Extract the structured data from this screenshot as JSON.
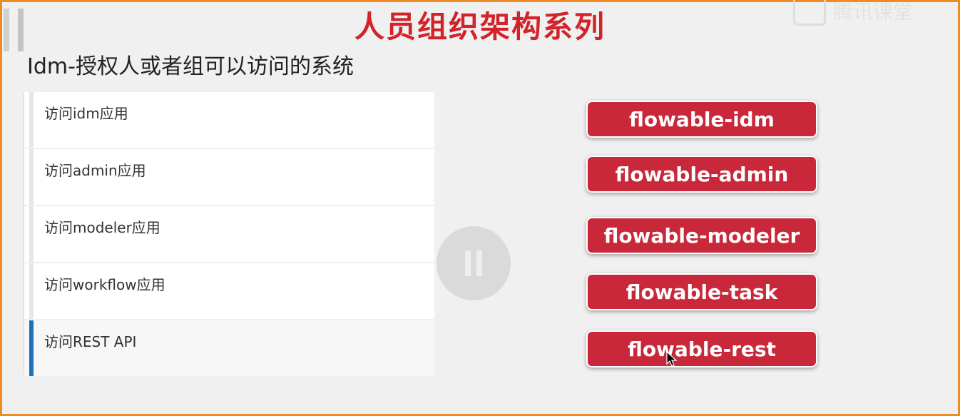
{
  "slide": {
    "title": "人员组织架构系列",
    "subtitle": "Idm-授权人或者组可以访问的系统",
    "watermark_text": "腾讯课堂"
  },
  "permissions": [
    {
      "label": "访问idm应用",
      "active": false
    },
    {
      "label": "访问admin应用",
      "active": false
    },
    {
      "label": "访问modeler应用",
      "active": false
    },
    {
      "label": "访问workflow应用",
      "active": false
    },
    {
      "label": "访问REST API",
      "active": true
    }
  ],
  "modules": [
    {
      "label": "flowable-idm"
    },
    {
      "label": "flowable-admin"
    },
    {
      "label": "flowable-modeler"
    },
    {
      "label": "flowable-task"
    },
    {
      "label": "flowable-rest"
    }
  ],
  "colors": {
    "title_red": "#d2232a",
    "button_red": "#c8283a",
    "active_accent": "#1e73be",
    "frame_orange": "#f08a24"
  },
  "icons": {
    "pause_overlay": "pause-icon",
    "cursor": "mouse-cursor-icon",
    "watermark_logo": "tencent-classroom-logo-icon"
  }
}
